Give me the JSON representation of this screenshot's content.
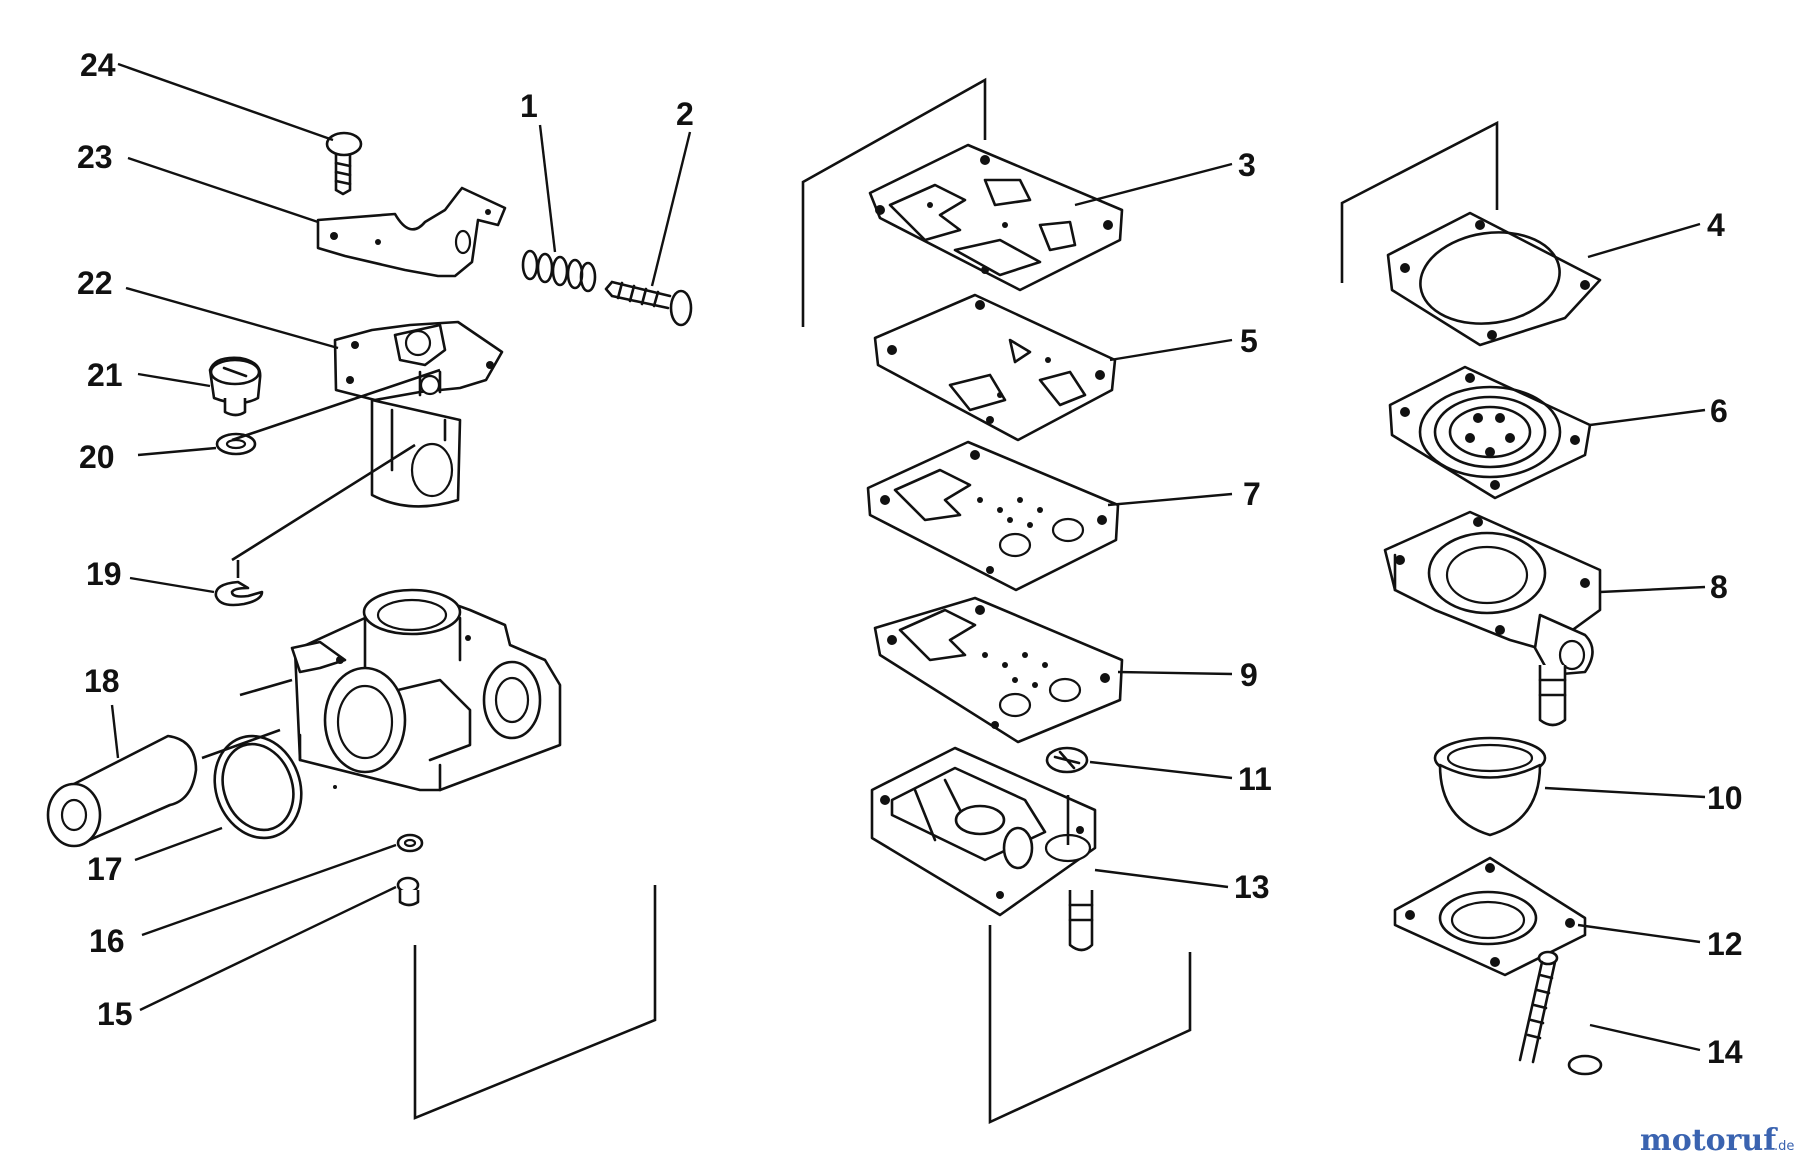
{
  "callouts": {
    "c1": "1",
    "c2": "2",
    "c3": "3",
    "c4": "4",
    "c5": "5",
    "c6": "6",
    "c7": "7",
    "c8": "8",
    "c9": "9",
    "c10": "10",
    "c11": "11",
    "c12": "12",
    "c13": "13",
    "c14": "14",
    "c15": "15",
    "c16": "16",
    "c17": "17",
    "c18": "18",
    "c19": "19",
    "c20": "20",
    "c21": "21",
    "c22": "22",
    "c23": "23",
    "c24": "24"
  },
  "watermark": {
    "main": "motoruf",
    "suffix": ".de"
  },
  "colors": {
    "ink": "#111111",
    "watermark_blue": "#3a63b0",
    "watermark_accent": "#e6a21a"
  }
}
